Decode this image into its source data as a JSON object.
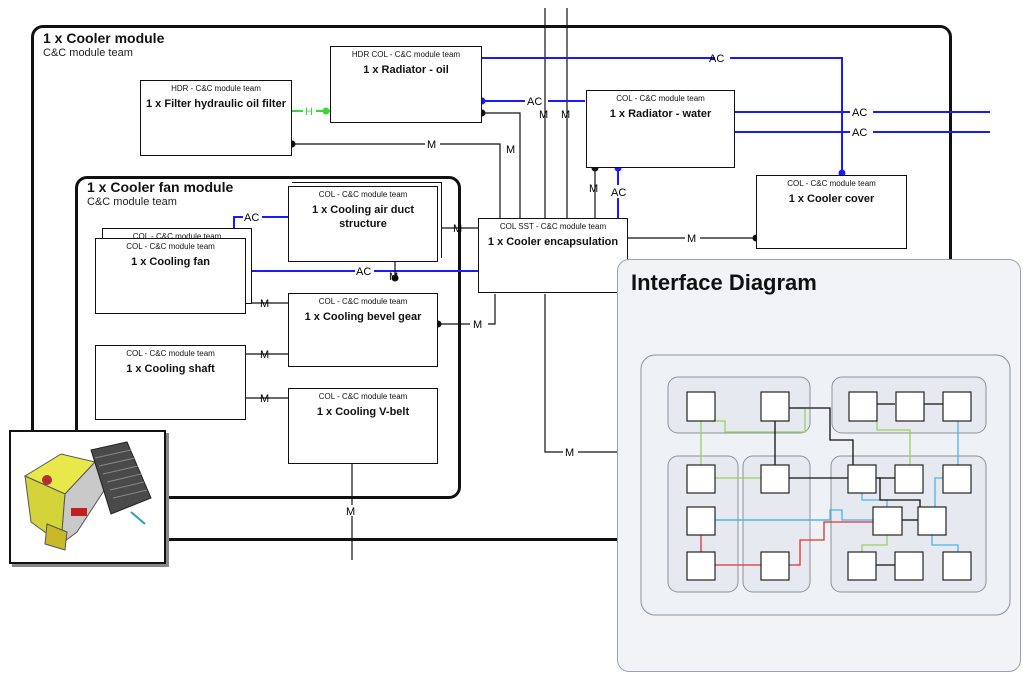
{
  "cooler_module": {
    "title": "1 x Cooler module",
    "team": "C&C module team"
  },
  "fan_module": {
    "title": "1 x Cooler fan module",
    "team": "C&C module team"
  },
  "boxes": {
    "filter": {
      "tag": "HDR - C&C module team",
      "name": "1 x Filter hydraulic oil filter"
    },
    "radiator_oil": {
      "tag": "HDR   COL - C&C module team",
      "name": "1 x Radiator - oil"
    },
    "radiator_water": {
      "tag": "COL - C&C module team",
      "name": "1 x Radiator - water"
    },
    "cooler_cover": {
      "tag": "COL - C&C module team",
      "name": "1 x Cooler cover"
    },
    "encapsulation": {
      "tag": "COL   SST - C&C module team",
      "name": "1 x Cooler encapsulation"
    },
    "air_duct": {
      "tag": "COL - C&C module team",
      "name": "1 x Cooling air duct structure"
    },
    "cooling_fan": {
      "tag": "COL - C&C module team",
      "name": "1 x Cooling fan",
      "tag_behind": "COL - C&C module team"
    },
    "bevel_gear": {
      "tag": "COL - C&C module team",
      "name": "1 x Cooling bevel gear"
    },
    "shaft": {
      "tag": "COL - C&C module team",
      "name": "1 x Cooling shaft"
    },
    "vbelt": {
      "tag": "COL - C&C module team",
      "name": "1 x Cooling V-belt"
    }
  },
  "wire_labels": {
    "ac": "AC",
    "m": "M",
    "h": "H"
  },
  "interface_diagram": {
    "title": "Interface Diagram"
  },
  "colors": {
    "blue": "#1a1aff",
    "green": "#39d639",
    "black": "#111111",
    "panel": "#f1f3f7"
  },
  "icons": {
    "photo": "cooler-assembly-illustration"
  }
}
